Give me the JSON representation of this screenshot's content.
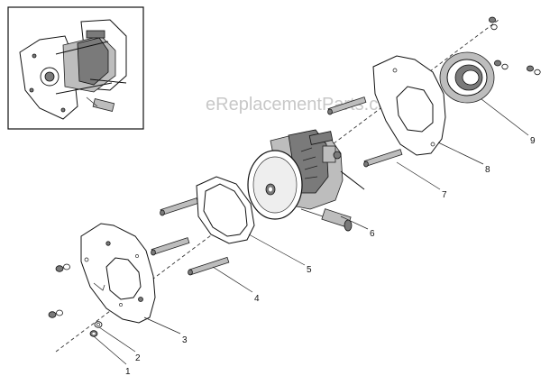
{
  "watermark": "eReplacementParts.com",
  "callouts": [
    {
      "id": "1",
      "label": "1"
    },
    {
      "id": "2",
      "label": "2"
    },
    {
      "id": "3",
      "label": "3"
    },
    {
      "id": "4",
      "label": "4"
    },
    {
      "id": "5",
      "label": "5"
    },
    {
      "id": "6",
      "label": "6"
    },
    {
      "id": "7",
      "label": "7"
    },
    {
      "id": "8",
      "label": "8"
    },
    {
      "id": "9",
      "label": "9"
    }
  ],
  "inset": {
    "icon": "assembled-pump-view"
  }
}
